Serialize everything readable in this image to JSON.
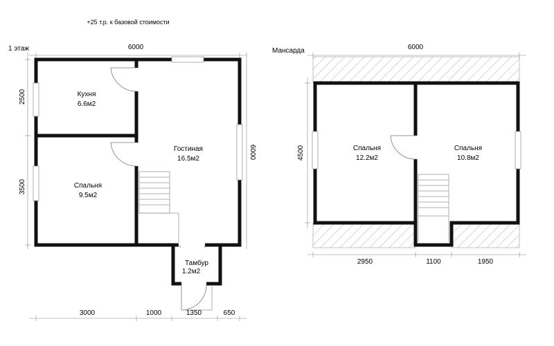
{
  "note": "+25 т.р. к базовой стоимости",
  "floor1": {
    "label": "1 этаж",
    "dim_top": "6000",
    "dim_left_top": "2500",
    "dim_left_bottom": "3500",
    "dim_right": "6000",
    "dim_bottom": [
      "3000",
      "1000",
      "1350",
      "650"
    ],
    "rooms": {
      "kitchen": {
        "name": "Кухня",
        "area": "6.6м2"
      },
      "living": {
        "name": "Гостиная",
        "area": "16.5м2"
      },
      "bedroom": {
        "name": "Спальня",
        "area": "9.5м2"
      },
      "vestibule": {
        "name": "Тамбур",
        "area": "1.2м2"
      }
    }
  },
  "attic": {
    "label": "Мансарда",
    "dim_top": "6000",
    "dim_left": "4500",
    "dim_bottom": [
      "2950",
      "1100",
      "1950"
    ],
    "rooms": {
      "bedroom_left": {
        "name": "Спальня",
        "area": "12.2м2"
      },
      "bedroom_right": {
        "name": "Спальня",
        "area": "10.8м2"
      }
    }
  }
}
